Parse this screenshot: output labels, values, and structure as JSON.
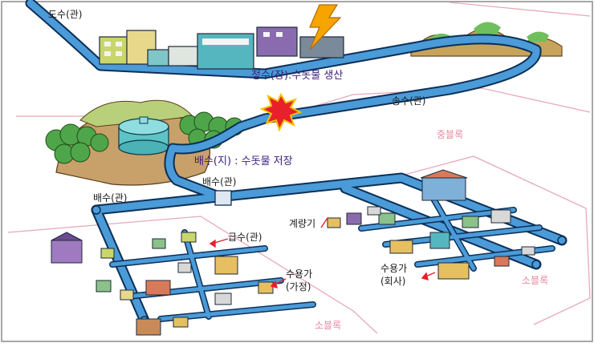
{
  "labels": {
    "intake_pipe": "도수(관)",
    "purification_plant": "정수(장):수돗물 생산",
    "transmission_pipe": "송수(관)",
    "mid_block": "중블록",
    "reservoir": "배수(지) : 수돗물 저장",
    "distribution_pipe_upper": "배수(관)",
    "distribution_pipe_left": "배수(관)",
    "water_meter": "계량기",
    "service_pipe": "급수(관)",
    "consumer_home_line1": "수용가",
    "consumer_home_line2": "(가정)",
    "consumer_company_line1": "수용가",
    "consumer_company_line2": "(회사)",
    "small_block_left": "소블록",
    "small_block_right": "소블록"
  },
  "icons": [
    "lightning-icon",
    "explosion-icon",
    "arrow-icon"
  ],
  "colors": {
    "pipe": "#4a9bd8",
    "pipe_outline": "#0d2f57",
    "block_outline": "#e8a9b8",
    "label_purple": "#3a1d7a",
    "lightning": "#f5a400",
    "burst": "#e8202a"
  }
}
